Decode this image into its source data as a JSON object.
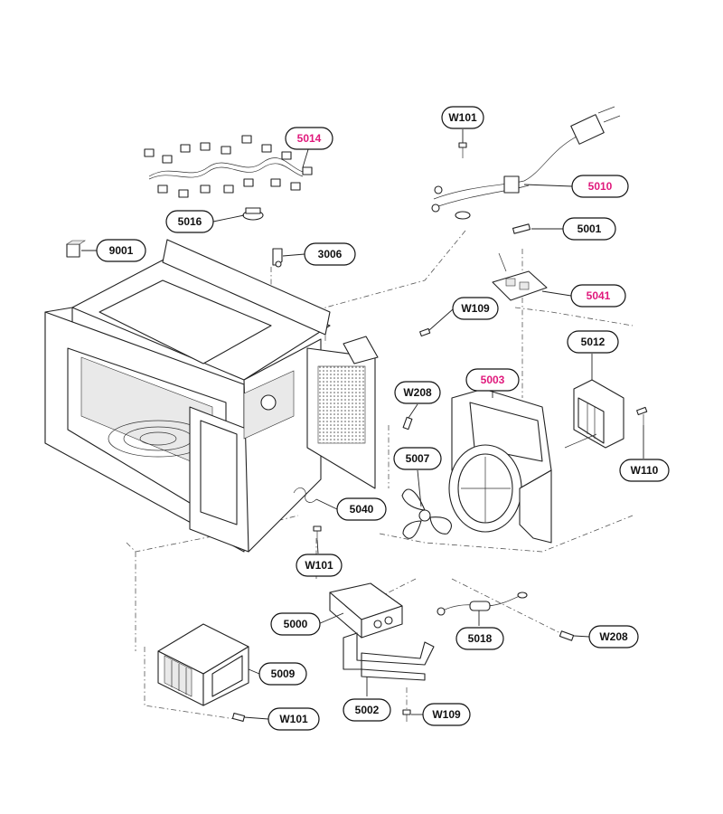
{
  "colors": {
    "highlight": "#e0197c",
    "normal": "#111111",
    "line": "#222222"
  },
  "labels": {
    "W101_top": "W101",
    "p5014": "5014",
    "p5010": "5010",
    "p5016": "5016",
    "p5001": "5001",
    "p9001": "9001",
    "p3006": "3006",
    "p5041": "5041",
    "W109_top": "W109",
    "p5012": "5012",
    "W208_left": "W208",
    "p5003": "5003",
    "p5007": "5007",
    "W110": "W110",
    "p5040": "5040",
    "W101_mid": "W101",
    "p5000": "5000",
    "p5018": "5018",
    "W208_right": "W208",
    "p5009": "5009",
    "p5002": "5002",
    "W101_bottom": "W101",
    "W109_bottom": "W109"
  },
  "highlighted": [
    "p5014",
    "p5010",
    "p5041",
    "p5003"
  ]
}
